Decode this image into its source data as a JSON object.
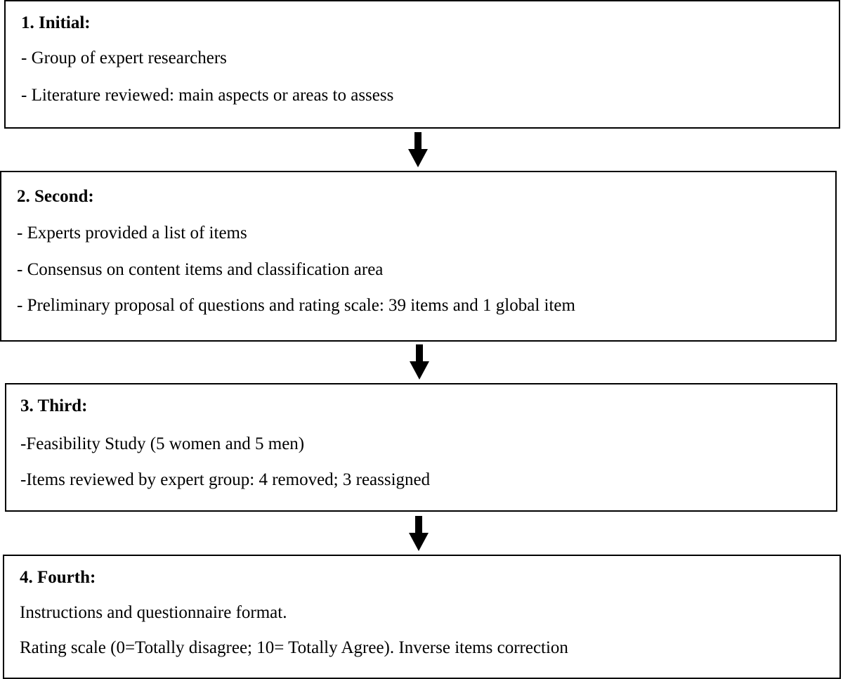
{
  "stages": [
    {
      "title": "1. Initial:",
      "lines": [
        "- Group of expert researchers",
        "- Literature reviewed: main aspects or areas to assess"
      ]
    },
    {
      "title": "2. Second:",
      "lines": [
        "- Experts provided a list of items",
        "- Consensus on content items and classification area",
        "- Preliminary proposal of questions and rating scale: 39 items and 1 global item"
      ]
    },
    {
      "title": "3. Third:",
      "lines": [
        "-Feasibility Study (5 women and 5 men)",
        "-Items reviewed by expert group: 4 removed; 3 reassigned"
      ]
    },
    {
      "title": "4. Fourth:",
      "lines": [
        "Instructions and questionnaire format.",
        "Rating scale (0=Totally disagree; 10= Totally Agree). Inverse items correction"
      ]
    }
  ],
  "colors": {
    "border": "#000000",
    "arrow": "#000000",
    "background": "#ffffff"
  }
}
